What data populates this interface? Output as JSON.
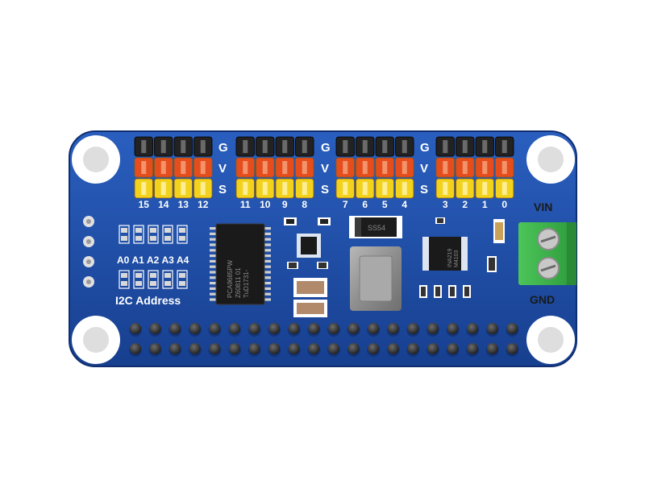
{
  "board": {
    "row_labels": [
      "G",
      "V",
      "S"
    ],
    "channel_groups": [
      [
        "15",
        "14",
        "13",
        "12"
      ],
      [
        "11",
        "10",
        "9",
        "8"
      ],
      [
        "7",
        "6",
        "5",
        "4"
      ],
      [
        "3",
        "2",
        "1",
        "0"
      ]
    ],
    "address_labels": [
      "A0",
      "A1",
      "A2",
      "A3",
      "A4"
    ],
    "address_title": "I2C Address",
    "vin_label": "VIN",
    "gnd_label": "GND",
    "main_chip_text": [
      "PCA9685PW",
      "Z60811  01",
      "TuD1731-"
    ],
    "diode_text": "SS54",
    "sensor_chip_text": [
      "INA219",
      "M4103"
    ],
    "header_pin_count": 40
  },
  "colors": {
    "pcb": "#1a4fa8",
    "pin_ground": "#222222",
    "pin_voltage": "#e64d1c",
    "pin_signal": "#f2d21c",
    "terminal": "#3fb34a"
  }
}
